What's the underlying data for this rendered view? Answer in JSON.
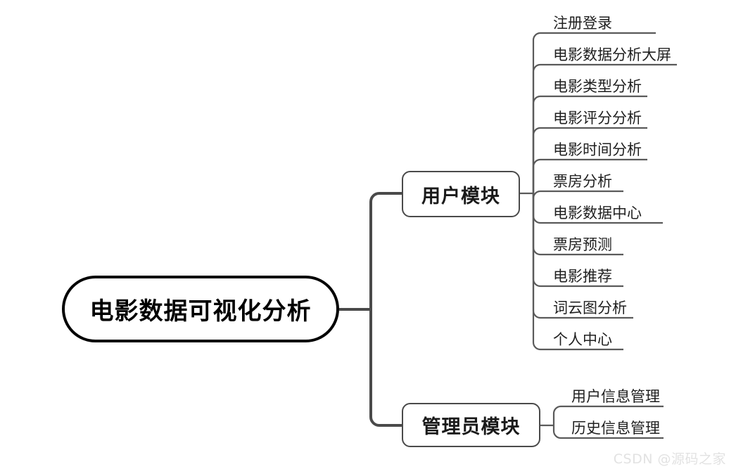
{
  "diagram": {
    "type": "mind-map",
    "title": "电影数据可视化分析",
    "root": {
      "label": "电影数据可视化分析"
    },
    "branches": [
      {
        "id": "user",
        "label": "用户模块",
        "leaves": [
          {
            "label": "注册登录"
          },
          {
            "label": "电影数据分析大屏"
          },
          {
            "label": "电影类型分析"
          },
          {
            "label": "电影评分分析"
          },
          {
            "label": "电影时间分析"
          },
          {
            "label": "票房分析"
          },
          {
            "label": "电影数据中心"
          },
          {
            "label": "票房预测"
          },
          {
            "label": "电影推荐"
          },
          {
            "label": "词云图分析"
          },
          {
            "label": "个人中心"
          }
        ]
      },
      {
        "id": "admin",
        "label": "管理员模块",
        "leaves": [
          {
            "label": "用户信息管理"
          },
          {
            "label": "历史信息管理"
          }
        ]
      }
    ],
    "colors": {
      "root_border": "#000000",
      "module_border": "#4a4a4a",
      "connector": "#4a4a4a",
      "leaf_text": "#1f1f1f",
      "background": "#ffffff",
      "watermark": "#e2e2e2"
    }
  },
  "watermark": {
    "text": "CSDN @源码之家"
  }
}
